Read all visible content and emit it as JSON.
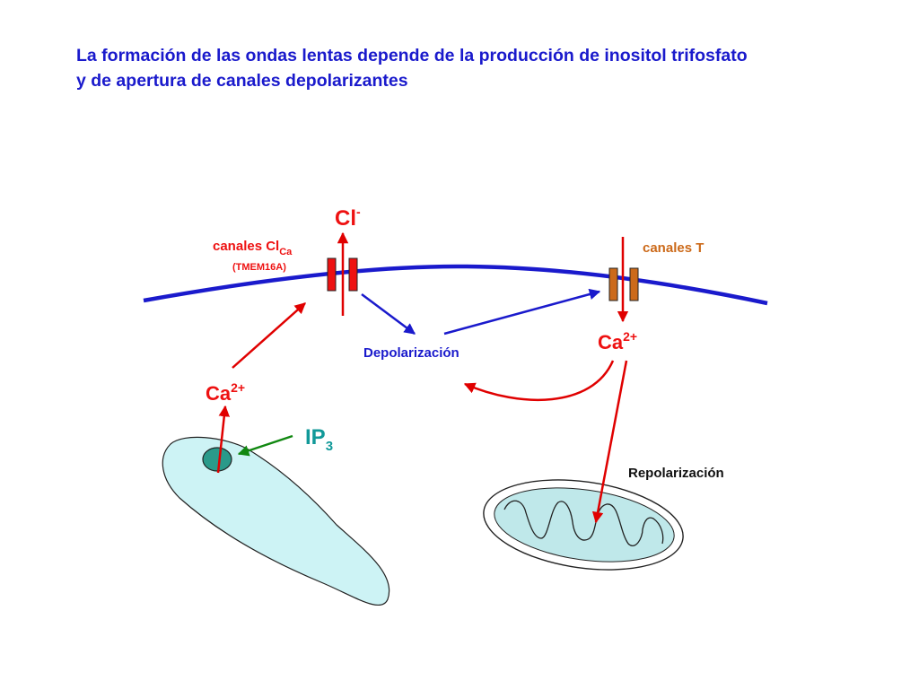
{
  "title": {
    "line1": "La formación de las ondas lentas depende de la producción de inositol trifosfato",
    "line2": "y de apertura de canales depolarizantes"
  },
  "labels": {
    "cl_ion": "Cl",
    "cl_charge": "-",
    "clca_channel": "canales Cl",
    "clca_sub": "Ca",
    "clca_protein": "(TMEM16A)",
    "t_channel": "canales T",
    "ca_top": "Ca",
    "ca_top_charge": "2+",
    "ca_left": "Ca",
    "ca_left_charge": "2+",
    "ip3": "IP",
    "ip3_sub": "3",
    "depolarization": "Depolarización",
    "repolarization": "Repolarización"
  },
  "colors": {
    "title": "#1a1acc",
    "membrane": "#1a1acc",
    "clca_channel": "#ee1111",
    "t_channel": "#cc6a1a",
    "arrow_red": "#e00000",
    "arrow_blue": "#1a1acc",
    "arrow_green": "#118811",
    "ip3_text": "#119999",
    "er_fill": "#cdf3f5",
    "mito_fill": "#bfe8ea",
    "receptor": "#2a9a8a"
  }
}
